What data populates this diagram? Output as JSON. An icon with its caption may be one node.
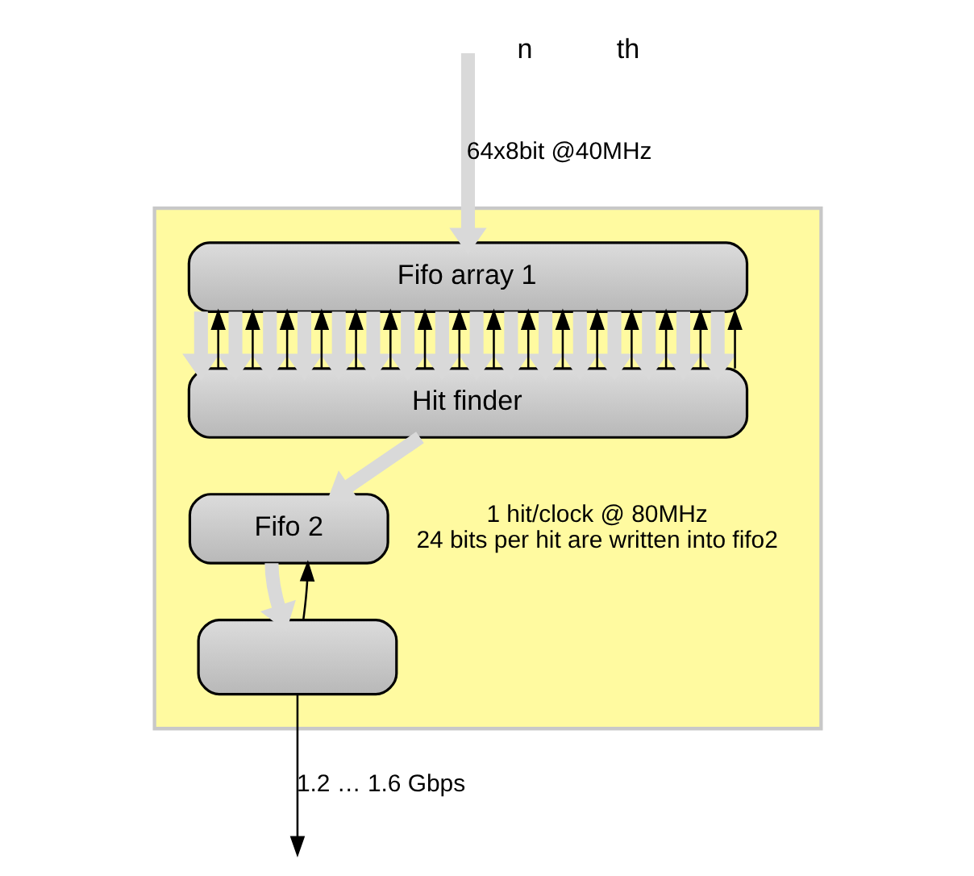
{
  "diagram": {
    "nodes": [
      {
        "text": [],
        "shape": "box"
      },
      {
        "text": [
          "Fifo array 1"
        ],
        "in": 0
      },
      {
        "text": [
          "Hit finder"
        ],
        "in": 0
      },
      {
        "text": [
          "Fifo 2"
        ],
        "in": 0,
        "beside": [
          "1 hit/clock @ 80MHz",
          "24 bits per hit are written into fifo2"
        ]
      },
      {
        "text": [],
        "shape": "box",
        "in": 0
      }
    ],
    "edges": [
      {
        "from": null,
        "to": 1,
        "arrow": "to",
        "label": "64x8bit @40MHz"
      },
      {
        "from": 1,
        "to": 2,
        "arrow": "to"
      },
      {
        "from": 2,
        "to": 1,
        "arrow": "to",
        "color": "#000000"
      },
      {
        "from": 1,
        "to": 2,
        "arrow": "to"
      },
      {
        "from": 2,
        "to": 1,
        "arrow": "to",
        "color": "#000000"
      },
      {
        "from": 1,
        "to": 2,
        "arrow": "to"
      },
      {
        "from": 2,
        "to": 1,
        "arrow": "to",
        "color": "#000000"
      },
      {
        "from": 1,
        "to": 2,
        "arrow": "to"
      },
      {
        "from": 2,
        "to": 1,
        "arrow": "to",
        "color": "#000000"
      },
      {
        "from": 1,
        "to": 2,
        "arrow": "to"
      },
      {
        "from": 2,
        "to": 1,
        "arrow": "to",
        "color": "#000000"
      },
      {
        "from": 1,
        "to": 2,
        "arrow": "to"
      },
      {
        "from": 2,
        "to": 1,
        "arrow": "to",
        "color": "#000000"
      },
      {
        "from": 1,
        "to": 2,
        "arrow": "to"
      },
      {
        "from": 2,
        "to": 1,
        "arrow": "to",
        "color": "#000000"
      },
      {
        "from": 1,
        "to": 2,
        "arrow": "to"
      },
      {
        "from": 2,
        "to": 1,
        "arrow": "to",
        "color": "#000000"
      },
      {
        "from": 1,
        "to": 2,
        "arrow": "to"
      },
      {
        "from": 2,
        "to": 1,
        "arrow": "to",
        "color": "#000000"
      },
      {
        "from": 1,
        "to": 2,
        "arrow": "to"
      },
      {
        "from": 2,
        "to": 1,
        "arrow": "to",
        "color": "#000000"
      },
      {
        "from": 1,
        "to": 2,
        "arrow": "to"
      },
      {
        "from": 2,
        "to": 1,
        "arrow": "to",
        "color": "#000000"
      },
      {
        "from": 1,
        "to": 2,
        "arrow": "to"
      },
      {
        "from": 2,
        "to": 1,
        "arrow": "to",
        "color": "#000000"
      },
      {
        "from": 1,
        "to": 2,
        "arrow": "to"
      },
      {
        "from": 2,
        "to": 1,
        "arrow": "to",
        "color": "#000000"
      },
      {
        "from": 1,
        "to": 2,
        "arrow": "to"
      },
      {
        "from": 2,
        "to": 1,
        "arrow": "to",
        "color": "#000000"
      },
      {
        "from": 1,
        "to": 2,
        "arrow": "to"
      },
      {
        "from": 2,
        "to": 1,
        "arrow": "to",
        "color": "#000000"
      },
      {
        "from": 1,
        "to": 2,
        "arrow": "to"
      },
      {
        "from": 2,
        "to": 1,
        "arrow": "to",
        "color": "#000000"
      },
      {
        "from": 2,
        "to": 3,
        "arrow": "to"
      },
      {
        "from": 3,
        "to": 4,
        "arrow": "to"
      },
      {
        "from": 4,
        "to": 3,
        "arrow": "to",
        "color": "#000000"
      },
      {
        "from": 4,
        "to": null,
        "arrow": "to",
        "label": "1.2 … 1.6 Gbps",
        "color": "#000000"
      }
    ],
    "labels": [
      "n",
      "th"
    ]
  }
}
